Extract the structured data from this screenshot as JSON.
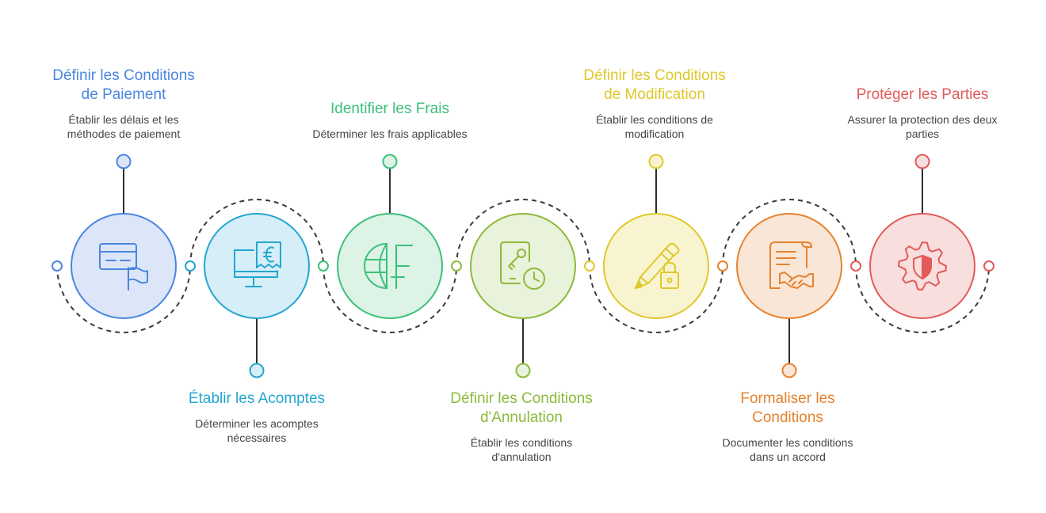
{
  "steps": [
    {
      "title": "Définir les Conditions\nde Paiement",
      "description": "Établir les délais et les\nméthodes de paiement",
      "color": "#4a86e0",
      "fill": "#dde6f8",
      "icon": "credit-card-flag-icon",
      "label_position": "top"
    },
    {
      "title": "Établir les Acomptes",
      "description": "Déterminer les acomptes\nnécessaires",
      "color": "#24a6d0",
      "fill": "#d6eef8",
      "icon": "monitor-euro-receipt-icon",
      "label_position": "bottom"
    },
    {
      "title": "Identifier les Frais",
      "description": "Déterminer les frais applicables",
      "color": "#3cc07a",
      "fill": "#dcf3e6",
      "icon": "franc-globe-icon",
      "label_position": "top"
    },
    {
      "title": "Définir les Conditions\nd'Annulation",
      "description": "Établir les conditions\nd'annulation",
      "color": "#8cba3c",
      "fill": "#e9f2da",
      "icon": "phone-key-clock-icon",
      "label_position": "bottom"
    },
    {
      "title": "Définir les Conditions\nde Modification",
      "description": "Établir les conditions de\nmodification",
      "color": "#dfc82c",
      "fill": "#f9f4d0",
      "icon": "pencil-lock-icon",
      "label_position": "top"
    },
    {
      "title": "Formaliser les\nConditions",
      "description": "Documenter les conditions\ndans un accord",
      "color": "#e6822f",
      "fill": "#fae6d6",
      "icon": "document-handshake-icon",
      "label_position": "bottom"
    },
    {
      "title": "Protéger les Parties",
      "description": "Assurer la protection des deux\nparties",
      "color": "#e35a5a",
      "fill": "#f9dede",
      "icon": "gear-shield-icon",
      "label_position": "top"
    }
  ],
  "connector_color": "#3a3a3a"
}
